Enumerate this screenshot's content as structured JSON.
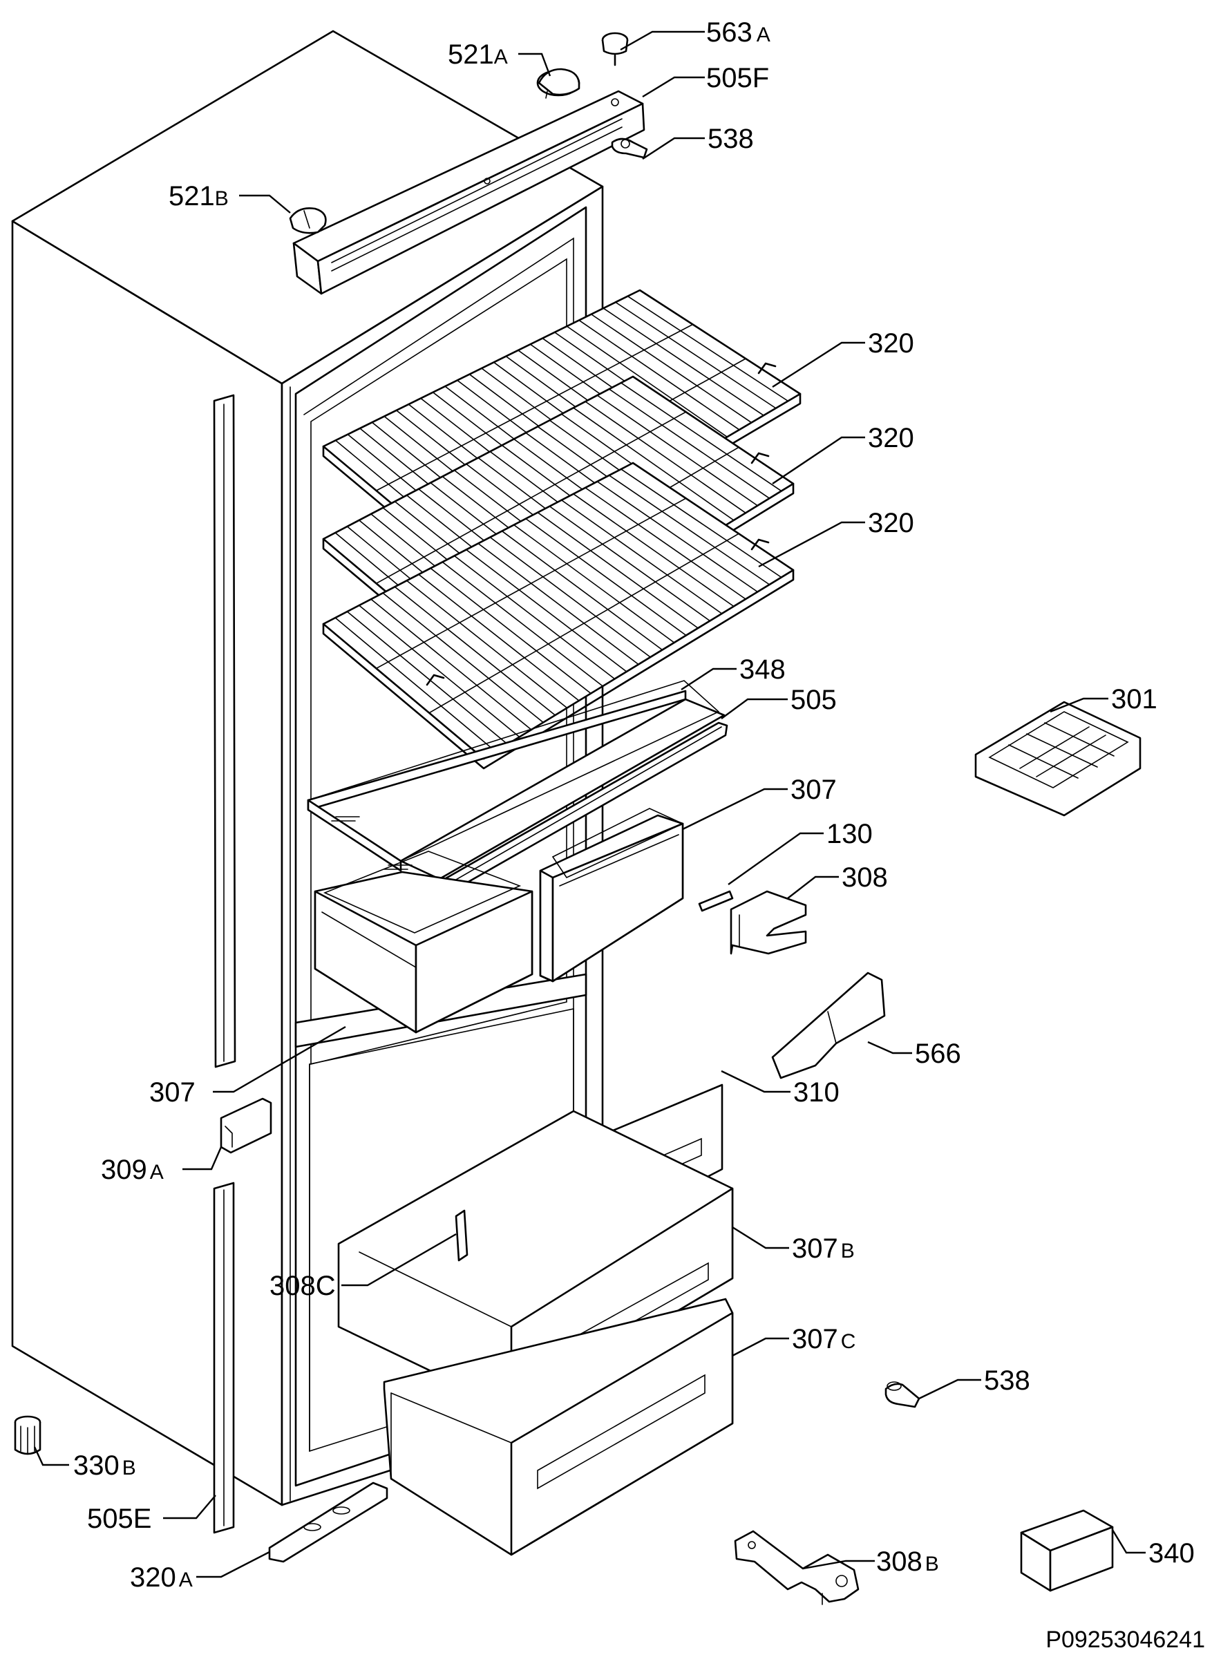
{
  "drawing_number": "P09253046241",
  "parts": [
    {
      "id": "p563a",
      "number": "563",
      "suffix": "A"
    },
    {
      "id": "p521a",
      "number": "521",
      "suffix": "A"
    },
    {
      "id": "p505f",
      "number": "505F",
      "suffix": ""
    },
    {
      "id": "p538top",
      "number": "538",
      "suffix": ""
    },
    {
      "id": "p521b",
      "number": "521",
      "suffix": "B"
    },
    {
      "id": "p320a1",
      "number": "320",
      "suffix": ""
    },
    {
      "id": "p320a2",
      "number": "320",
      "suffix": ""
    },
    {
      "id": "p320a3",
      "number": "320",
      "suffix": ""
    },
    {
      "id": "p348",
      "number": "348",
      "suffix": ""
    },
    {
      "id": "p505",
      "number": "505",
      "suffix": ""
    },
    {
      "id": "p307top",
      "number": "307",
      "suffix": ""
    },
    {
      "id": "p301",
      "number": "301",
      "suffix": ""
    },
    {
      "id": "p130",
      "number": "130",
      "suffix": ""
    },
    {
      "id": "p308",
      "number": "308",
      "suffix": ""
    },
    {
      "id": "p566",
      "number": "566",
      "suffix": ""
    },
    {
      "id": "p310",
      "number": "310",
      "suffix": ""
    },
    {
      "id": "p307left",
      "number": "307",
      "suffix": ""
    },
    {
      "id": "p309a",
      "number": "309",
      "suffix": "A"
    },
    {
      "id": "p307b",
      "number": "307",
      "suffix": "B"
    },
    {
      "id": "p308c",
      "number": "308C",
      "suffix": ""
    },
    {
      "id": "p307c",
      "number": "307",
      "suffix": "C"
    },
    {
      "id": "p538bot",
      "number": "538",
      "suffix": ""
    },
    {
      "id": "p330b",
      "number": "330",
      "suffix": "B"
    },
    {
      "id": "p505e",
      "number": "505E",
      "suffix": ""
    },
    {
      "id": "p308b",
      "number": "308",
      "suffix": "B"
    },
    {
      "id": "p340",
      "number": "340",
      "suffix": ""
    },
    {
      "id": "p320a",
      "number": "320",
      "suffix": "A"
    }
  ]
}
